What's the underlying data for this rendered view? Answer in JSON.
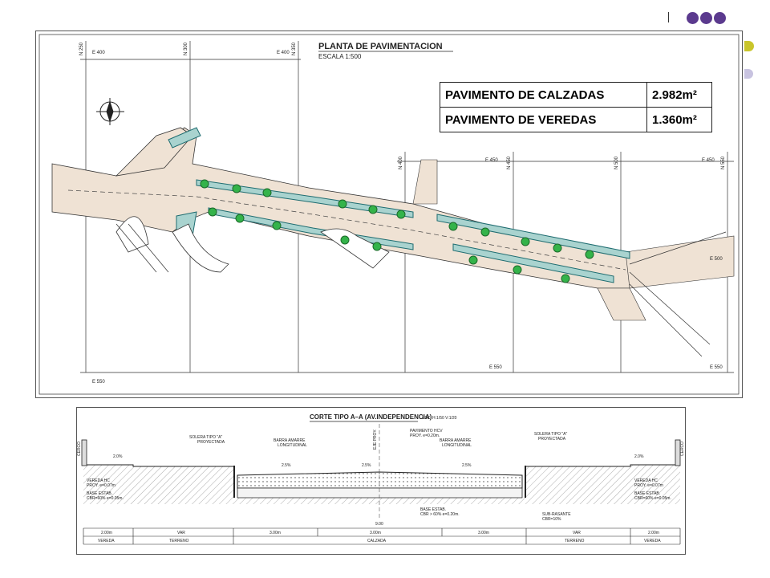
{
  "colors": {
    "accent_purple": "#5b3a8e",
    "accent_olive": "#c9c52b",
    "accent_lavender": "#c8c3e0",
    "pavement": "#efe2d4",
    "sidewalk": "#a9d3cf",
    "tree": "#34b34a"
  },
  "plan": {
    "title": "PLANTA DE PAVIMENTACION",
    "scale": "ESCALA 1:500",
    "grid_top": [
      "E 400",
      "E 400",
      "E 450",
      "E 450"
    ],
    "grid_bottom": [
      "E 550",
      "E 550",
      "E 550"
    ],
    "grid_vertical": [
      "N 250",
      "N 300",
      "N 350",
      "N 400",
      "N 450",
      "N 500",
      "N 550"
    ],
    "grid_right": "E 500"
  },
  "quantities": [
    {
      "label": "PAVIMENTO DE CALZADAS",
      "value": "2.982m²"
    },
    {
      "label": "PAVIMENTO DE VEREDAS",
      "value": "1.360m²"
    }
  ],
  "section": {
    "title": "CORTE TIPO A–A (AV.INDEPENDENCIA)",
    "scale": "ESC: H:1/50 V:1/20",
    "eje": "EJE PROY.",
    "labels": {
      "solera_left": "SOLERA TIPO \"A\"",
      "solera_left_sub": "PROYECTADA",
      "barra_left": "BARRA AMARRE",
      "barra_left_sub": "LONGITUDINAL",
      "pavimento": "PAVIMENTO HCV",
      "pavimento_sub": "PROY. e=0.20m.",
      "barra_right": "BARRA AMARRE",
      "barra_right_sub": "LONGITUDINAL",
      "solera_right": "SOLERA TIPO \"A\"",
      "solera_right_sub": "PROYECTADA",
      "vereda_left": "VEREDA HC",
      "vereda_left_sub": "PROY. e=0.07m",
      "base_left": "BASE ESTAB.",
      "base_left_sub": "CBR=60% e=0.05m.",
      "vereda_right": "VEREDA HC",
      "vereda_right_sub": "PROY. e=0.07m",
      "base_right": "BASE ESTAB.",
      "base_right_sub": "CBR=60% e=0.05m.",
      "base_center": "BASE ESTAB.",
      "base_center_sub": "CBR > 60% e=0.20m.",
      "subrasante": "SUB-RASANTE",
      "subrasante_sub": "CBR=10%",
      "cerco_left": "CERCO",
      "cerco_right": "CERCO"
    },
    "slopes": {
      "outer_left": "2.0%",
      "inner_left": "2.5%",
      "center_left": "2.5%",
      "center_right": "2.5%",
      "outer_right": "2.0%"
    },
    "total_width": "9.00",
    "dims": [
      {
        "width": "2.00m",
        "zone": "VEREDA"
      },
      {
        "width": "VAR",
        "zone": "TERRENO"
      },
      {
        "width": "3.00m",
        "zone": ""
      },
      {
        "width": "3.00m",
        "zone": "CALZADA"
      },
      {
        "width": "3.00m",
        "zone": ""
      },
      {
        "width": "VAR",
        "zone": "TERRENO"
      },
      {
        "width": "2.00m",
        "zone": "VEREDA"
      }
    ]
  }
}
